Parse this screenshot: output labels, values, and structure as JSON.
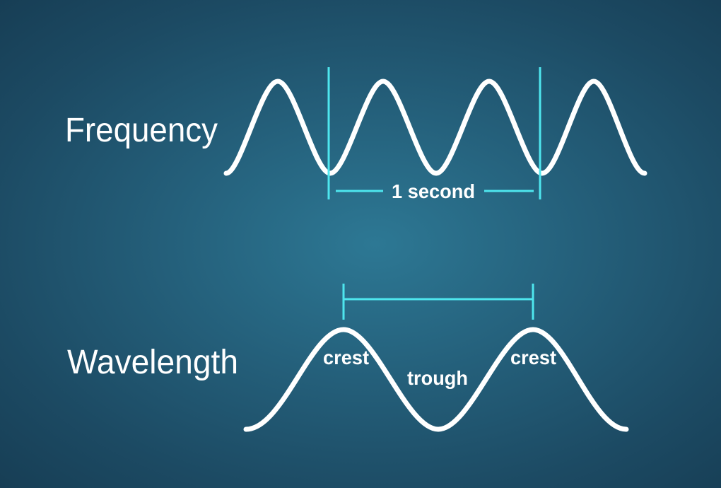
{
  "frequency": {
    "title": "Frequency",
    "interval_label": "1 second"
  },
  "wavelength": {
    "title": "Wavelength",
    "crest_left_label": "crest",
    "trough_label": "trough",
    "crest_right_label": "crest"
  },
  "colors": {
    "background": "#245f7a",
    "wave": "#ffffff",
    "marker": "#4ee6ee"
  }
}
